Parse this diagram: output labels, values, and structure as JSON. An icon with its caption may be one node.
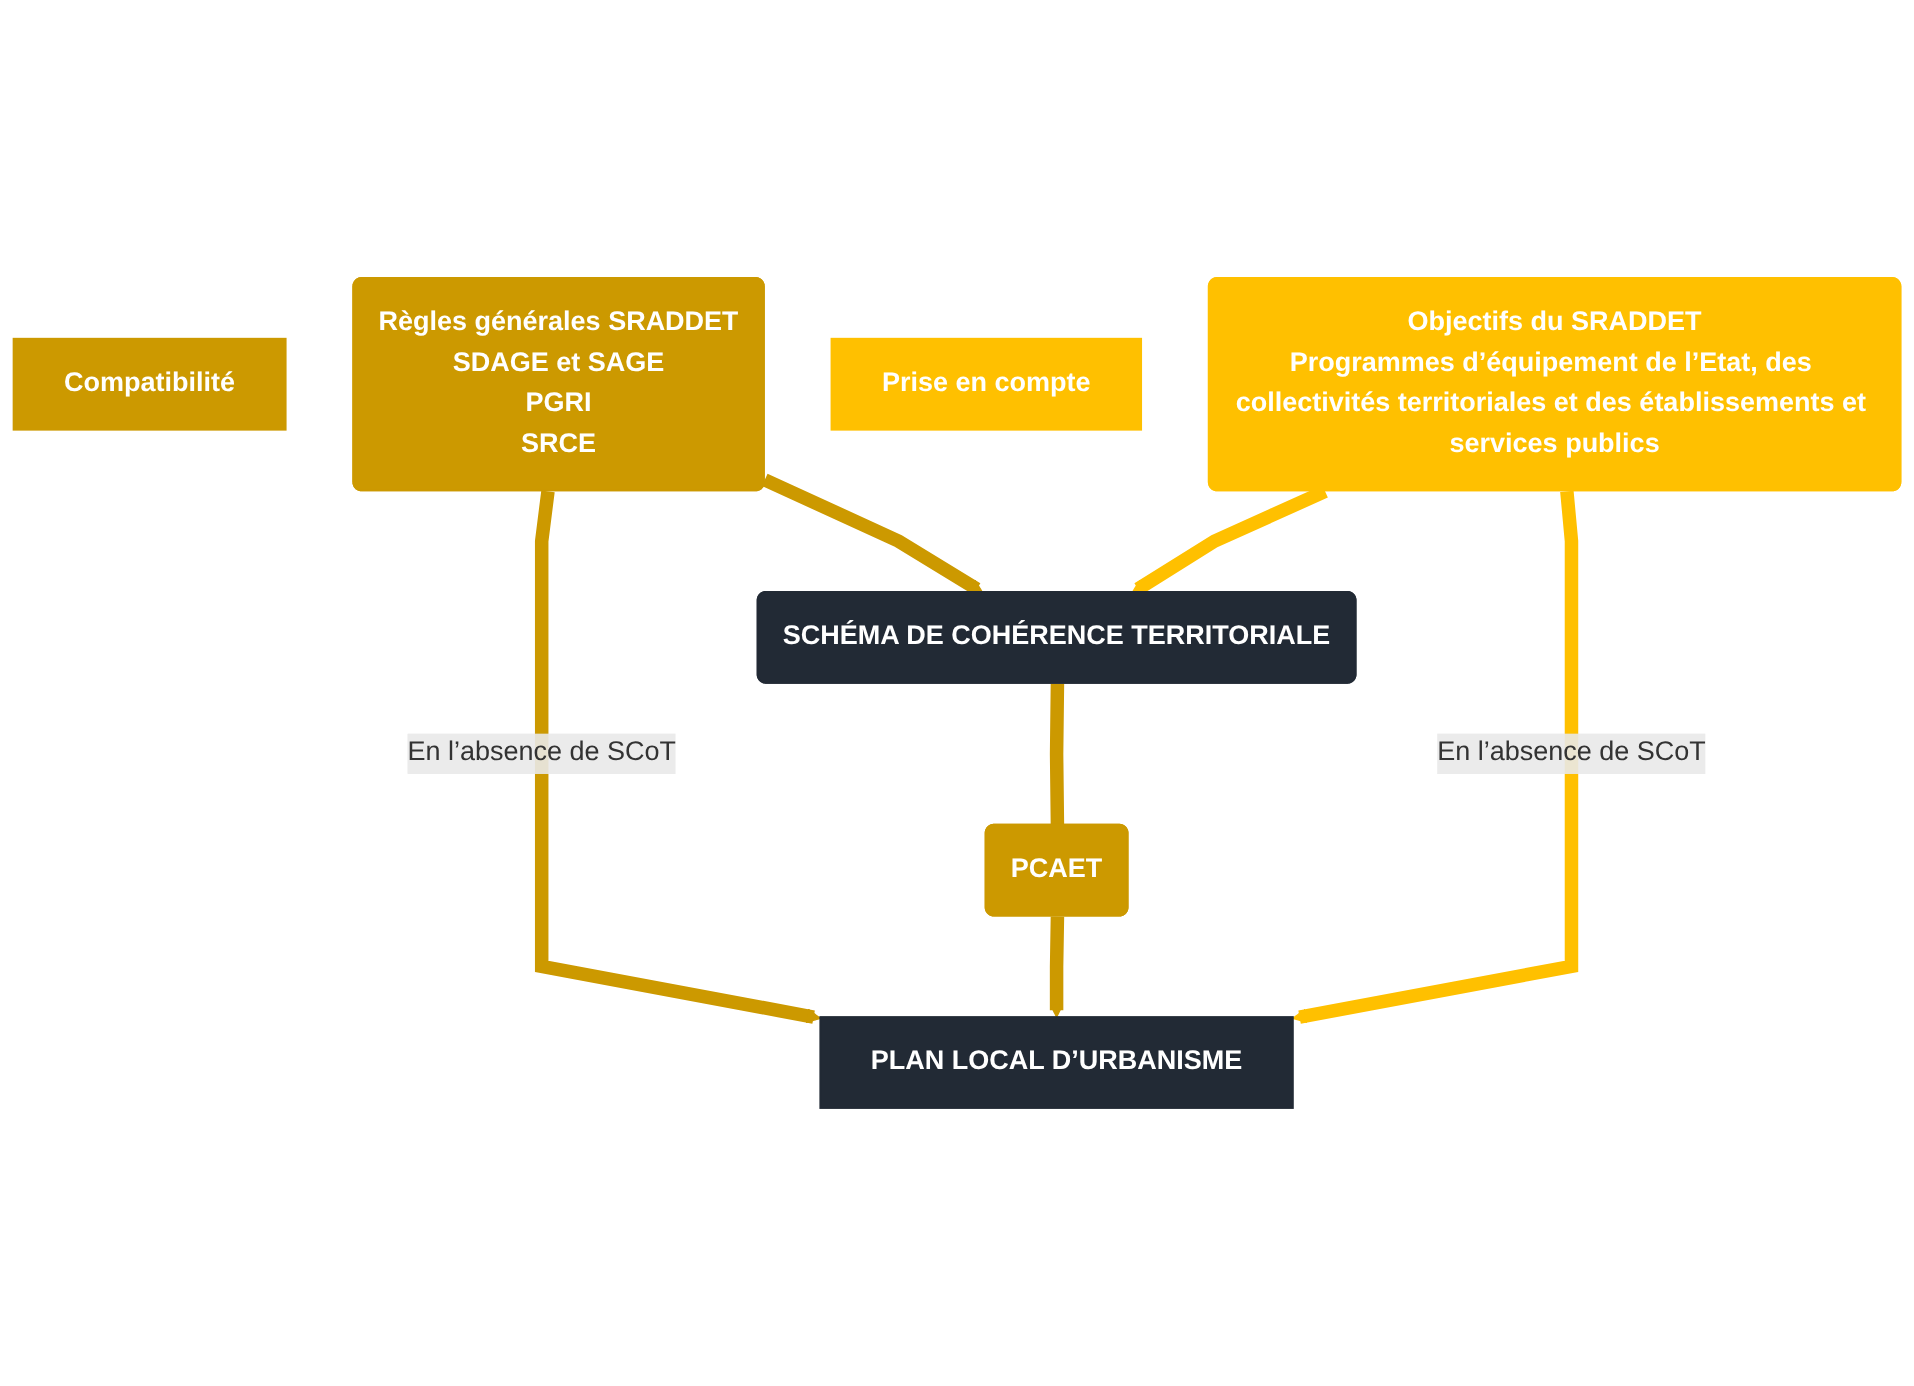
{
  "diagram": {
    "nodes": [
      {
        "text": [
          "Compatibilité"
        ]
      },
      {
        "text": [
          "Règles générales SRADDET",
          "SDAGE et SAGE",
          "PGRI",
          "SRCE"
        ]
      },
      {
        "text": [
          "Prise en compte"
        ]
      },
      {
        "text": [
          "Objectifs du SRADDET",
          "Programmes d’équipement de l’Etat, des collectivités territoriales et des établissements et services publics"
        ]
      },
      {
        "text": [
          "SCHÉMA DE COHÉRENCE TERRITORIALE"
        ]
      },
      {
        "text": [
          "PCAET"
        ]
      },
      {
        "text": [
          "PLAN LOCAL D’URBANISME"
        ]
      }
    ],
    "edges": [
      {
        "from": 1,
        "to": 6,
        "arrow": "to",
        "label": "En l’absence de SCoT"
      },
      {
        "from": 1,
        "to": 4,
        "arrow": "to"
      },
      {
        "from": 3,
        "to": 4,
        "arrow": "to",
        "color": "#ffc000"
      },
      {
        "from": 3,
        "to": 6,
        "arrow": "to",
        "label": "En l’absence de SCoT",
        "color": "#ffc000"
      },
      {
        "from": 4,
        "to": 5,
        "arrow": "none"
      },
      {
        "from": 5,
        "to": 6,
        "arrow": "to"
      }
    ]
  }
}
